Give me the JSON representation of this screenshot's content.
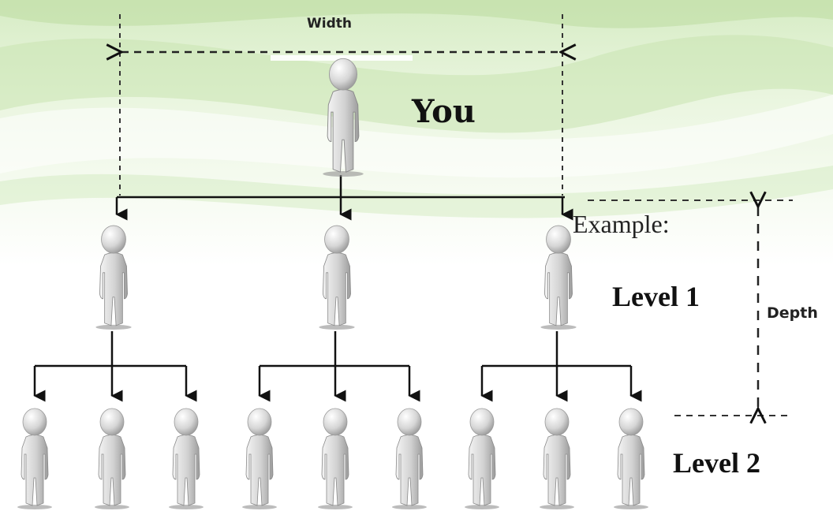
{
  "labels": {
    "width": "Width",
    "you": "You",
    "example": "Example:",
    "level1": "Level 1",
    "depth": "Depth",
    "level2": "Level 2"
  },
  "tree": {
    "root": "You",
    "level1_count": 3,
    "level2_per_parent": 3
  },
  "colors": {
    "background_tint": "#d6ecc4",
    "figure": "#d9d9d9",
    "connector": "#111111",
    "text": "#111111"
  },
  "icons": {
    "person": "person-figure-icon"
  }
}
